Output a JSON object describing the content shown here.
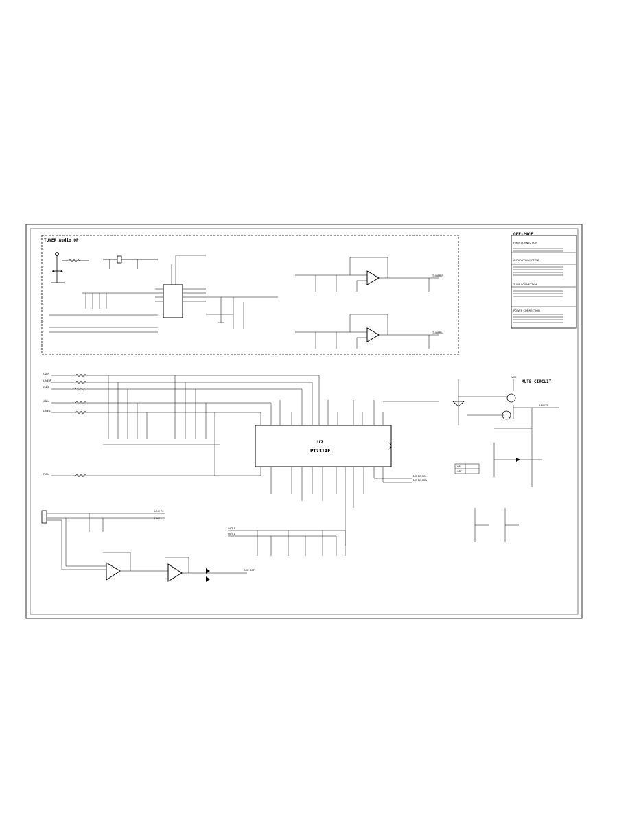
{
  "sections": {
    "tuner_audio": "TUNER Audio OP",
    "off_page": "OFF-PAGE",
    "mute_circuit": "MUTE CIRCUIT"
  },
  "main_ic": {
    "ref": "U7",
    "part": "PT7314E"
  },
  "offpage_groups": [
    "FM/IF CONNECTION",
    "AUDIO CONNECTION",
    "TUNE CONNECTION",
    "POWER CONNECTION"
  ],
  "input_lines": [
    "CD R",
    "LINE R",
    "FM R",
    "CD L",
    "LINE L",
    "FM L"
  ],
  "line_outputs": [
    "LINE R",
    "LINE L"
  ],
  "output_lines": [
    "OUT R",
    "OUT L"
  ],
  "nets": {
    "vcc": "VCC",
    "mute": "A MUTE",
    "aux_det": "AUX DET",
    "tuner_r": "TUNER R",
    "tuner_l": "TUNER L",
    "i2c_scl": "NO BE SCL",
    "i2c_sda": "NO BE SDA"
  },
  "mute_table": [
    "ON",
    "OFF"
  ]
}
